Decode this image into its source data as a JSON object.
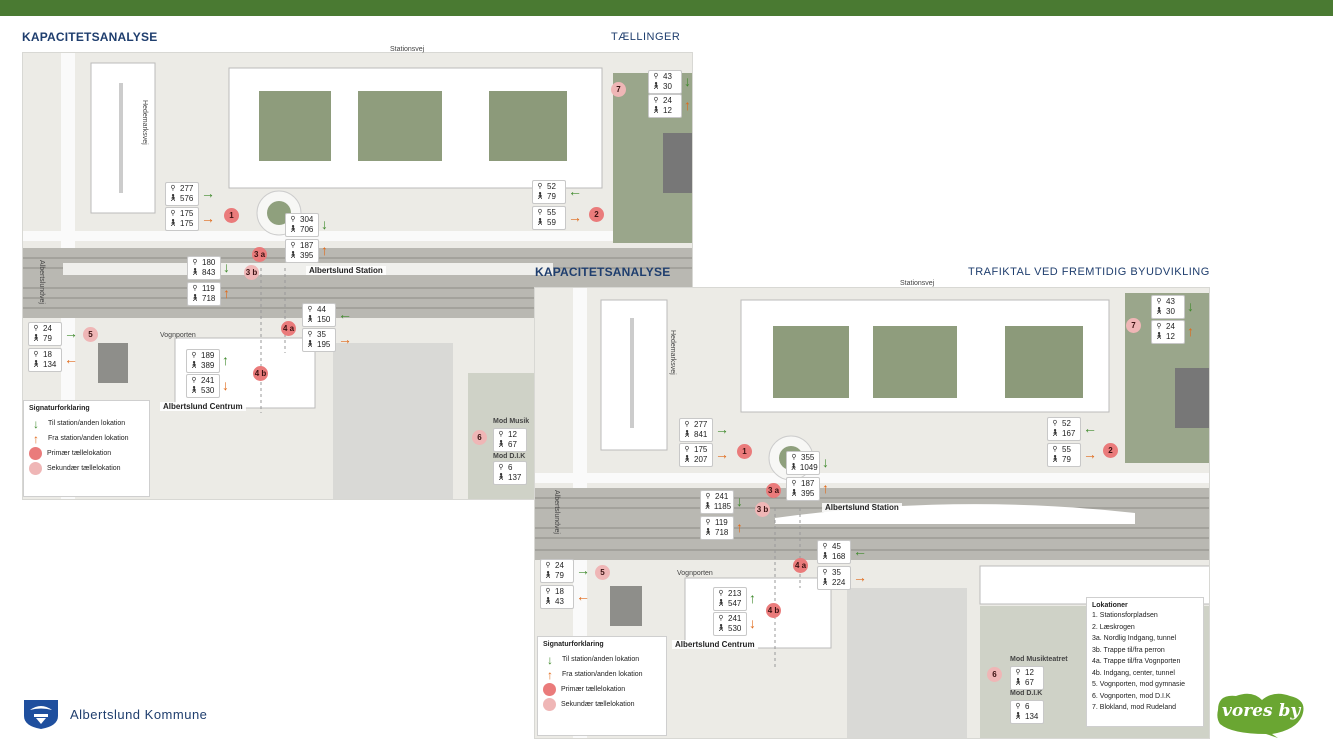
{
  "brand": {
    "primary": "#4a7a32",
    "title_color": "#1f3e6e",
    "primary_dot": "#ea7b7b",
    "secondary_dot": "#efb6b6",
    "to_arrow": "#3f8a2c",
    "from_arrow": "#e06a1a"
  },
  "panel1": {
    "title": "KAPACITETSANALYSE",
    "subtitle": "TÆLLINGER",
    "station_label": "Albertslund Station",
    "centrum_label": "Albertslund Centrum",
    "street_vognporten": "Vognporten",
    "street_hedemarken": "Hedemarksvej",
    "street_albertslundvej": "Albertslundvej",
    "street_north": "Stationsvej",
    "mod_musik": "Mod Musik",
    "mod_dik": "Mod D.I.K",
    "badges": [
      {
        "bike": "277",
        "walk": "576"
      },
      {
        "bike": "175",
        "walk": "175"
      },
      {
        "bike": "304",
        "walk": "706"
      },
      {
        "bike": "187",
        "walk": "395"
      },
      {
        "bike": "52",
        "walk": "79"
      },
      {
        "bike": "55",
        "walk": "59"
      },
      {
        "bike": "43",
        "walk": "30"
      },
      {
        "bike": "24",
        "walk": "12"
      },
      {
        "bike": "180",
        "walk": "843"
      },
      {
        "bike": "119",
        "walk": "718"
      },
      {
        "bike": "44",
        "walk": "150"
      },
      {
        "bike": "35",
        "walk": "195"
      },
      {
        "bike": "24",
        "walk": "79"
      },
      {
        "bike": "18",
        "walk": "134"
      },
      {
        "bike": "189",
        "walk": "389"
      },
      {
        "bike": "241",
        "walk": "530"
      },
      {
        "bike": "12",
        "walk": "67"
      },
      {
        "bike": "6",
        "walk": "137"
      }
    ],
    "locations": [
      "1",
      "2",
      "3 a",
      "3 b",
      "4 a",
      "4 b",
      "5",
      "6",
      "7"
    ]
  },
  "panel2": {
    "title": "KAPACITETSANALYSE",
    "subtitle": "TRAFIKTAL VED FREMTIDIG BYUDVIKLING",
    "station_label": "Albertslund Station",
    "centrum_label": "Albertslund Centrum",
    "street_vognporten": "Vognporten",
    "street_hedemarken": "Hedemarksvej",
    "street_albertslundvej": "Albertslundvej",
    "street_north": "Stationsvej",
    "mod_musik": "Mod Musikteatret",
    "mod_dik": "Mod D.I.K",
    "badges": [
      {
        "bike": "277",
        "walk": "841"
      },
      {
        "bike": "175",
        "walk": "207"
      },
      {
        "bike": "355",
        "walk": "1049"
      },
      {
        "bike": "187",
        "walk": "395"
      },
      {
        "bike": "52",
        "walk": "167"
      },
      {
        "bike": "55",
        "walk": "79"
      },
      {
        "bike": "43",
        "walk": "30"
      },
      {
        "bike": "24",
        "walk": "12"
      },
      {
        "bike": "241",
        "walk": "1185"
      },
      {
        "bike": "119",
        "walk": "718"
      },
      {
        "bike": "45",
        "walk": "168"
      },
      {
        "bike": "35",
        "walk": "224"
      },
      {
        "bike": "24",
        "walk": "79"
      },
      {
        "bike": "18",
        "walk": "43"
      },
      {
        "bike": "213",
        "walk": "547"
      },
      {
        "bike": "241",
        "walk": "530"
      },
      {
        "bike": "12",
        "walk": "67"
      },
      {
        "bike": "6",
        "walk": "134"
      }
    ],
    "locations": [
      "1",
      "2",
      "3 a",
      "3 b",
      "4 a",
      "4 b",
      "5",
      "6",
      "7"
    ],
    "location_list": {
      "title": "Lokationer",
      "items": [
        "1. Stationsforpladsen",
        "2. Læskrogen",
        "3a. Nordlig Indgang, tunnel",
        "3b. Trappe til/fra perron",
        "4a. Trappe til/fra Vognporten",
        "4b. Indgang, center, tunnel",
        "5. Vognporten, mod gymnasie",
        "6. Vognporten, mod D.I.K",
        "7. Blokland, mod Rudeland"
      ]
    }
  },
  "legend": {
    "title": "Signaturforklaring",
    "to_label": "Til station/anden lokation",
    "from_label": "Fra station/anden lokation",
    "primary_label": "Primær tællelokation",
    "secondary_label": "Sekundær tællelokation"
  },
  "icons": {
    "to": "↓",
    "from": "↑",
    "bike": "bike-icon",
    "walk": "pedestrian-icon"
  },
  "footer": {
    "municipality": "Albertslund Kommune",
    "tagline": "vores by"
  }
}
